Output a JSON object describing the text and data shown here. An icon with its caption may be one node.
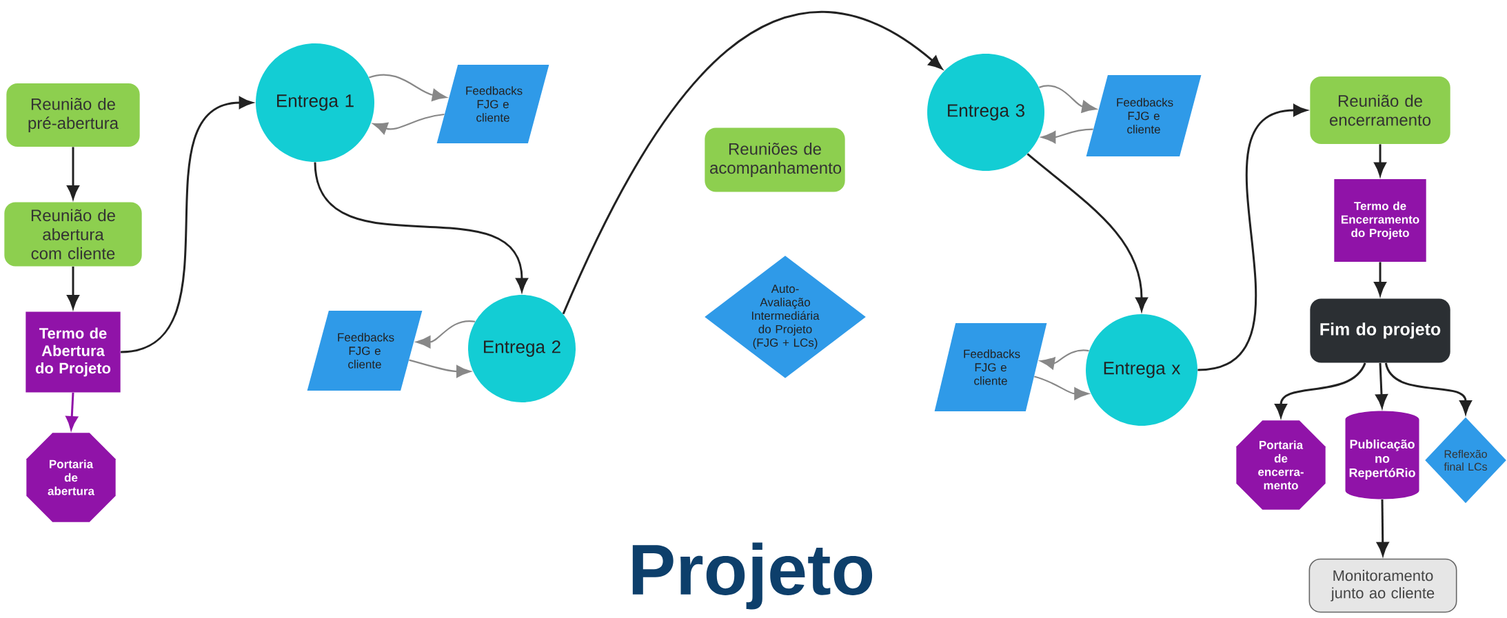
{
  "diagram": {
    "title": "Projeto",
    "nodes": [
      {
        "text": [
          "Reunião de pré-abertura"
        ]
      },
      {
        "text": [
          "Reunião de abertura com cliente"
        ]
      },
      {
        "text": [
          "Termo de Abertura do Projeto"
        ]
      },
      {
        "text": [
          "Portaria de abertura"
        ]
      },
      {
        "text": [
          "Entrega 1"
        ]
      },
      {
        "text": [
          "Feedbacks FJG e cliente"
        ]
      },
      {
        "text": [
          "Entrega 2"
        ]
      },
      {
        "text": [
          "Feedbacks FJG e cliente"
        ]
      },
      {
        "text": [
          "Reuniões de acompanhamento"
        ]
      },
      {
        "text": [
          "Auto-Avaliação Intermediária do Projeto (FJG + LCs)"
        ]
      },
      {
        "text": [
          "Entrega 3"
        ]
      },
      {
        "text": [
          "Feedbacks FJG e cliente"
        ]
      },
      {
        "text": [
          "Entrega x"
        ]
      },
      {
        "text": [
          "Feedbacks FJG e cliente"
        ]
      },
      {
        "text": [
          "Reunião de encerramento"
        ]
      },
      {
        "text": [
          "Termo de Encerramento do Projeto"
        ]
      },
      {
        "text": [
          "Fim do projeto"
        ]
      },
      {
        "text": [
          "Portaria de encerra-mento"
        ]
      },
      {
        "text": [
          "Publicação no RepertóRio"
        ]
      },
      {
        "text": [
          "Reflexão final LCs"
        ]
      },
      {
        "text": [
          "Monitoramento junto ao cliente"
        ]
      }
    ],
    "edges": [
      {
        "from": 0,
        "to": 1,
        "arrow": "to"
      },
      {
        "from": 1,
        "to": 2,
        "arrow": "to"
      },
      {
        "from": 2,
        "to": 3,
        "arrow": "to",
        "color": "#9013a8"
      },
      {
        "from": 2,
        "to": 4,
        "arrow": "to"
      },
      {
        "from": 4,
        "to": 5,
        "arrow": "to",
        "color": "#888888"
      },
      {
        "from": 5,
        "to": 4,
        "arrow": "to",
        "color": "#888888"
      },
      {
        "from": 4,
        "to": 6,
        "arrow": "to"
      },
      {
        "from": 6,
        "to": 7,
        "arrow": "to",
        "color": "#888888"
      },
      {
        "from": 7,
        "to": 6,
        "arrow": "to",
        "color": "#888888"
      },
      {
        "from": 6,
        "to": 10,
        "arrow": "to"
      },
      {
        "from": 10,
        "to": 11,
        "arrow": "to",
        "color": "#888888"
      },
      {
        "from": 11,
        "to": 10,
        "arrow": "to",
        "color": "#888888"
      },
      {
        "from": 10,
        "to": 12,
        "arrow": "to"
      },
      {
        "from": 12,
        "to": 13,
        "arrow": "to",
        "color": "#888888"
      },
      {
        "from": 13,
        "to": 12,
        "arrow": "to",
        "color": "#888888"
      },
      {
        "from": 12,
        "to": 14,
        "arrow": "to"
      },
      {
        "from": 14,
        "to": 15,
        "arrow": "to"
      },
      {
        "from": 15,
        "to": 16,
        "arrow": "to"
      },
      {
        "from": 16,
        "to": 17,
        "arrow": "to"
      },
      {
        "from": 16,
        "to": 18,
        "arrow": "to"
      },
      {
        "from": 16,
        "to": 19,
        "arrow": "to"
      },
      {
        "from": 18,
        "to": 20,
        "arrow": "to"
      }
    ]
  }
}
